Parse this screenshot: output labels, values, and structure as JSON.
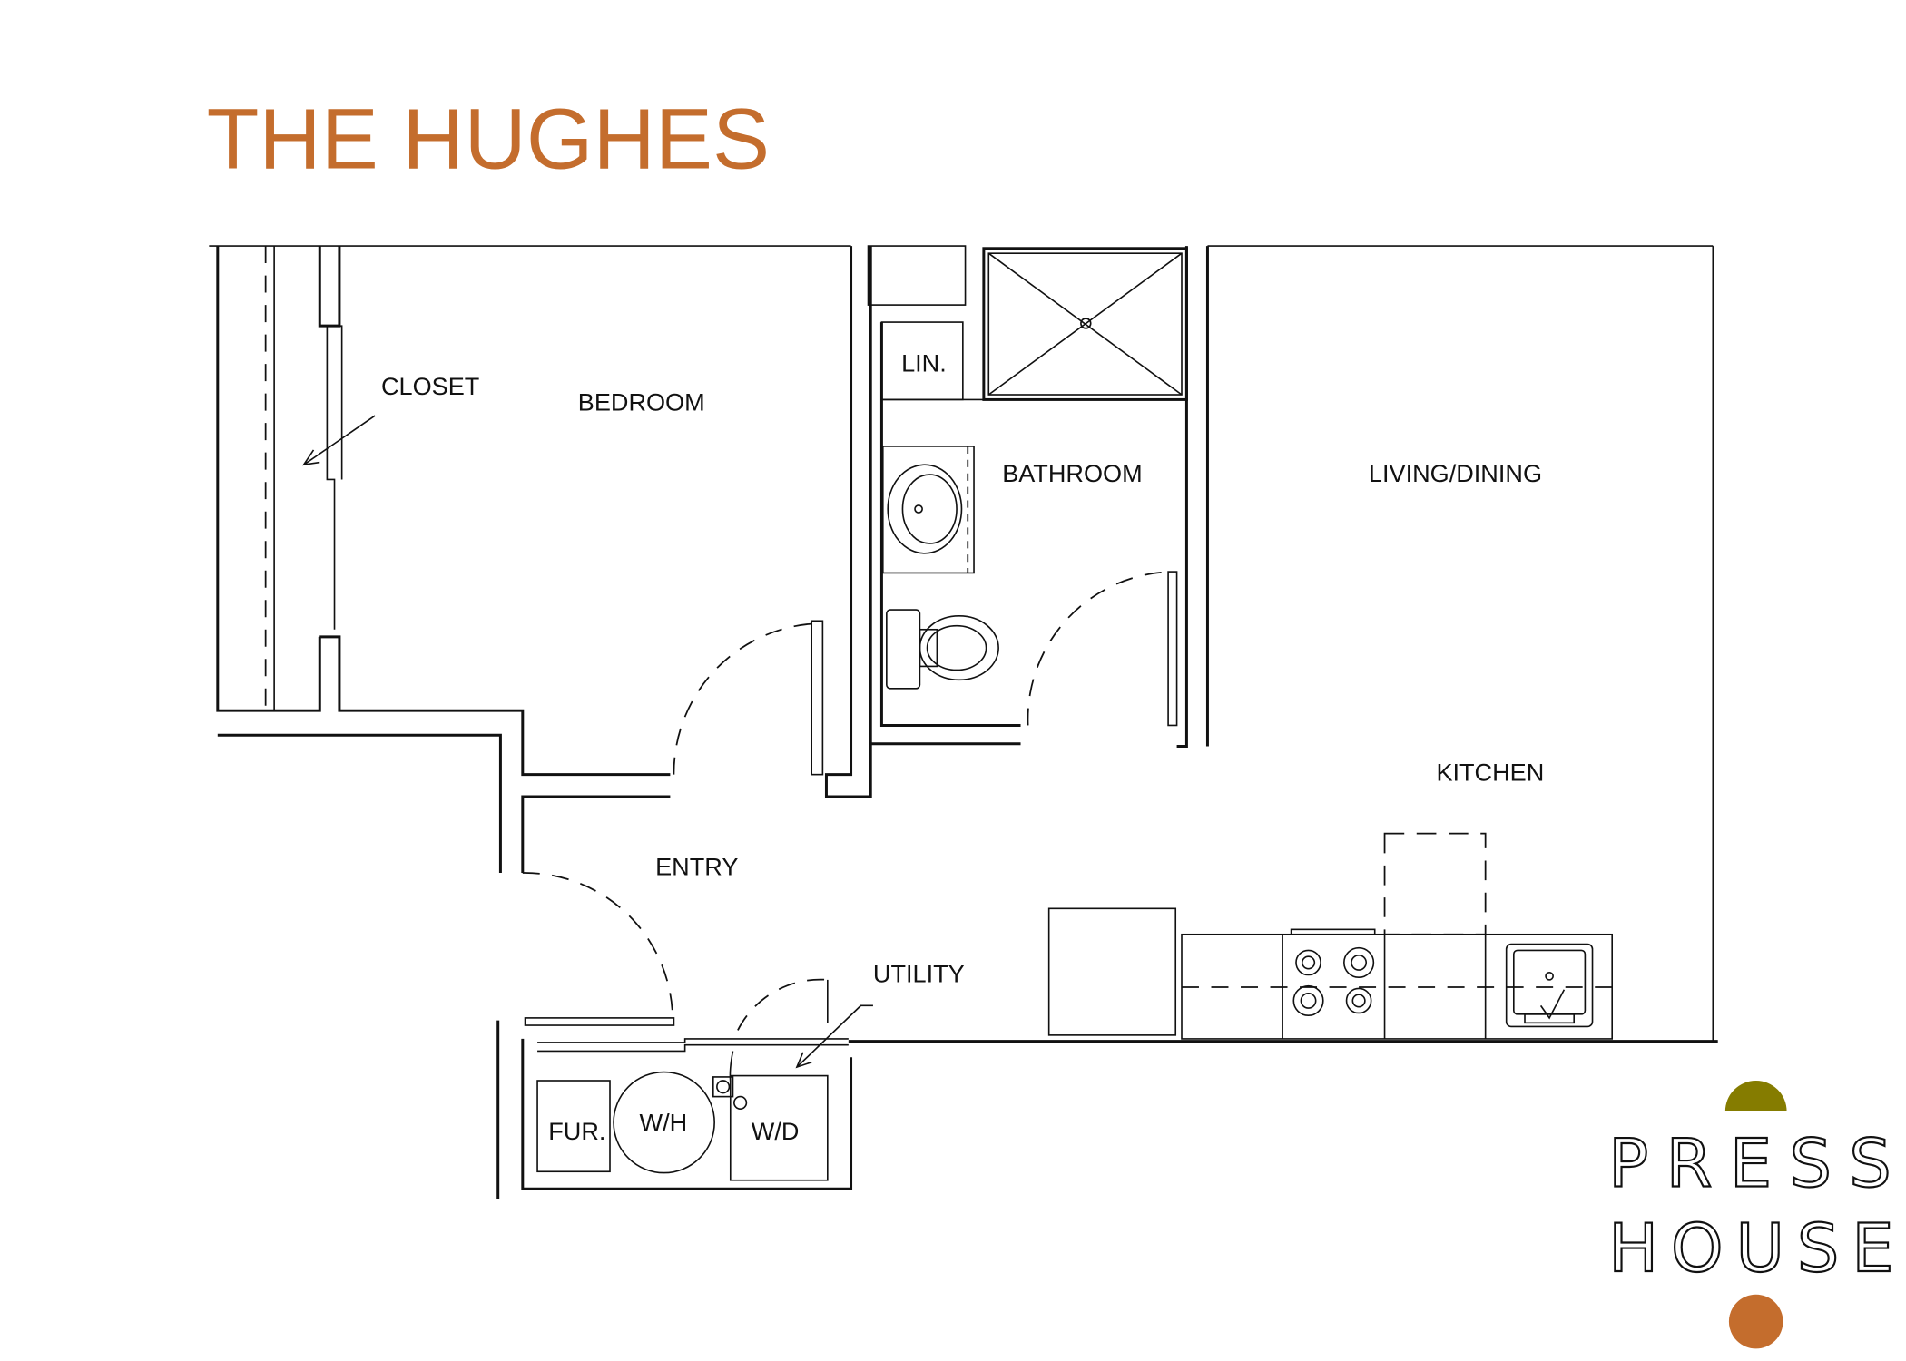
{
  "title": "THE HUGHES",
  "rooms": {
    "closet": "CLOSET",
    "bedroom": "BEDROOM",
    "linen": "LIN.",
    "bathroom": "BATHROOM",
    "living_dining": "LIVING/DINING",
    "kitchen": "KITCHEN",
    "entry": "ENTRY",
    "utility": "UTILITY",
    "furnace": "FUR.",
    "water_heater": "W/H",
    "washer_dryer": "W/D"
  },
  "logo": {
    "line1": "PRESS",
    "line2": "HOUSE"
  },
  "colors": {
    "title": "#c46d2d",
    "logo_semicircle": "#857c00",
    "logo_circle": "#c46d2d",
    "lines": "#111111"
  }
}
